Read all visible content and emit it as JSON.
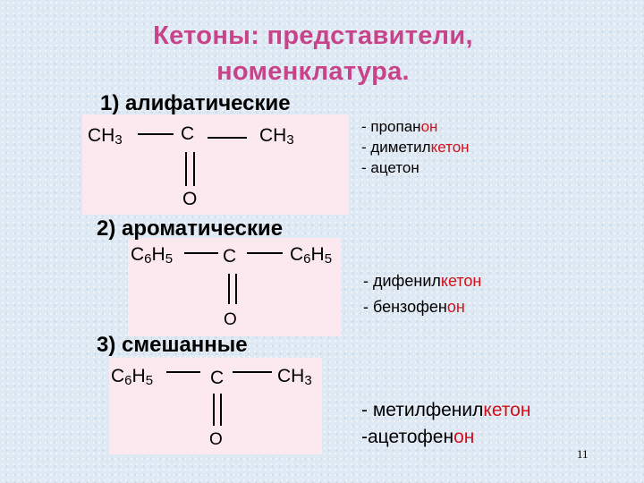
{
  "slide": {
    "title_line1": "Кетоны: представители,",
    "title_line2": "номенклатура.",
    "page_number": "11"
  },
  "sections": [
    {
      "heading": "1) алифатические",
      "formula": {
        "left_main": "CH",
        "left_sub": "3",
        "center": "C",
        "right_main": "CH",
        "right_sub": "3",
        "bottom": "O"
      },
      "names": [
        {
          "prefix": "- пропан",
          "suffix": "он"
        },
        {
          "prefix": "- диметил",
          "suffix": "кетон"
        },
        {
          "prefix": "- ацетон",
          "suffix": ""
        }
      ]
    },
    {
      "heading": "2) ароматические",
      "formula": {
        "left_c": "C",
        "left_c_sub": "6",
        "left_h": "H",
        "left_h_sub": "5",
        "center": "C",
        "right_c": "C",
        "right_c_sub": "6",
        "right_h": "H",
        "right_h_sub": "5",
        "bottom": "O"
      },
      "names": [
        {
          "prefix": "- дифенил",
          "suffix": "кетон"
        },
        {
          "prefix": "- бензофен",
          "suffix": "он"
        }
      ]
    },
    {
      "heading": "3) смешанные",
      "formula": {
        "left_c": "C",
        "left_c_sub": "6",
        "left_h": "H",
        "left_h_sub": "5",
        "center": "C",
        "right_main": "CH",
        "right_sub": "3",
        "bottom": "O"
      },
      "names": [
        {
          "prefix": "- метилфенил",
          "suffix": "кетон"
        },
        {
          "prefix": "-ацетофен",
          "suffix": "он"
        }
      ]
    }
  ],
  "colors": {
    "title": "#c8438a",
    "suffix_red": "#d0101a",
    "formula_box": "#fce8ef"
  }
}
